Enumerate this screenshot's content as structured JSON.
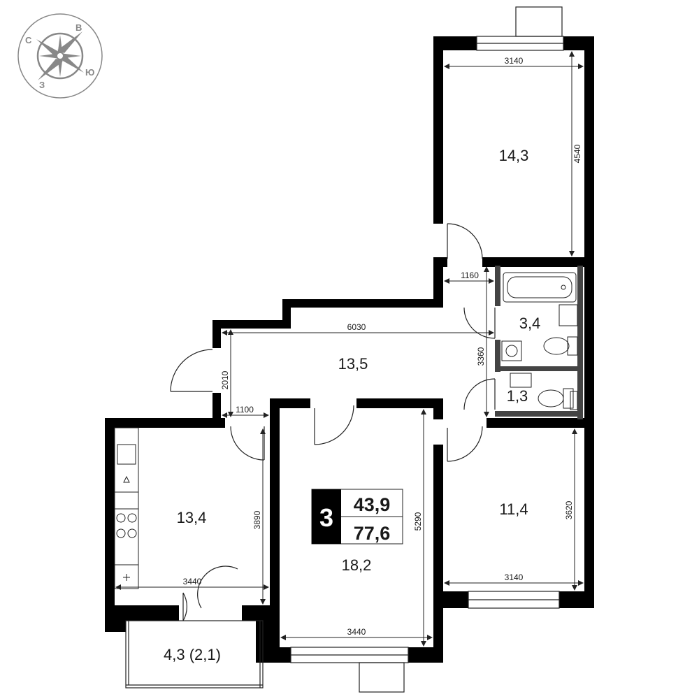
{
  "colors": {
    "wall": "#000000",
    "partition": "#444444",
    "compass": "#888888",
    "line": "#222222"
  },
  "compass": {
    "letters": {
      "n": "С",
      "e": "В",
      "s": "Ю",
      "w": "З"
    }
  },
  "summary": {
    "rooms": "3",
    "living_area": "43,9",
    "total_area": "77,6"
  },
  "rooms": {
    "bedroom_top": "14,3",
    "corridor": "13,5",
    "bathroom": "3,4",
    "wc": "1,3",
    "kitchen": "13,4",
    "living": "18,2",
    "bedroom_bottom": "11,4",
    "balcony": "4,3 (2,1)"
  },
  "dimensions": {
    "bedroom_top_width": "3140",
    "bedroom_top_height": "4540",
    "hall_width": "1160",
    "corridor_width": "6030",
    "entry_height": "2010",
    "bath_height": "3360",
    "entry_width": "1100",
    "kitchen_height": "3890",
    "kitchen_width": "3440",
    "living_height": "5290",
    "living_width": "3440",
    "bedroom_bottom_height": "3620",
    "bedroom_bottom_width": "3140"
  }
}
